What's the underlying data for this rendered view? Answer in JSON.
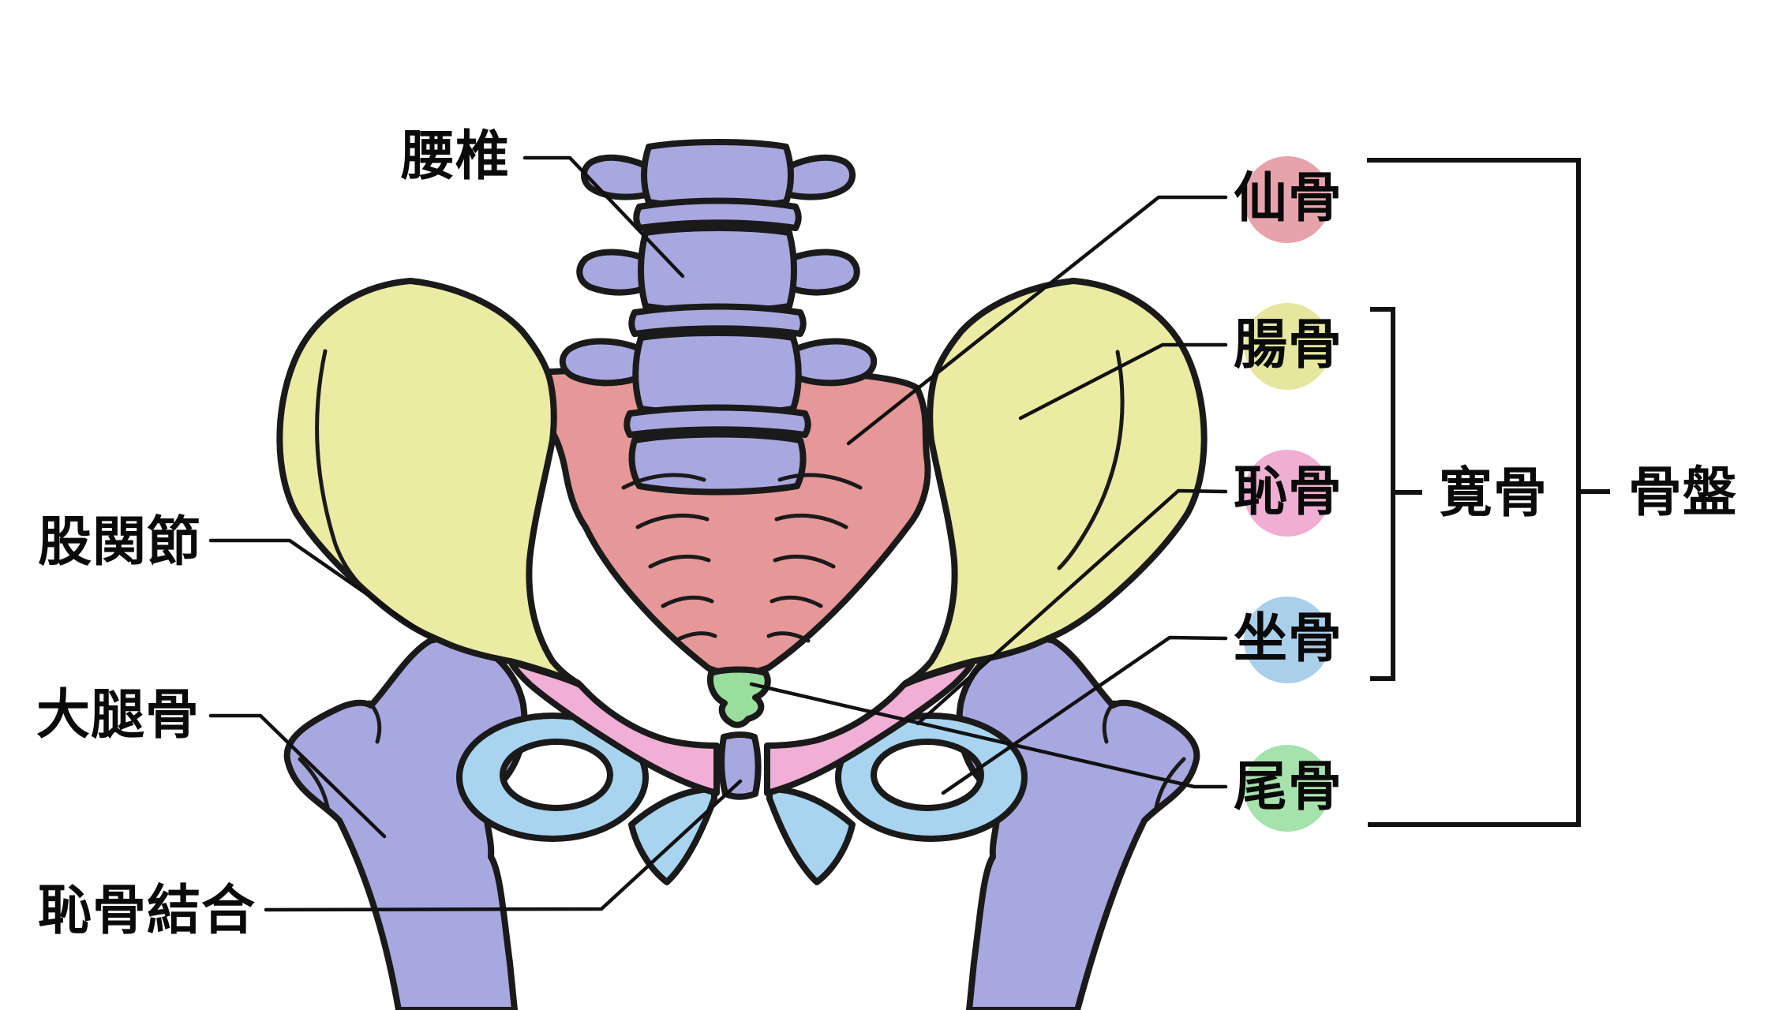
{
  "labels": {
    "lumbar_spine": "腰椎",
    "hip_joint": "股関節",
    "femur": "大腿骨",
    "pubic_symphysis": "恥骨結合",
    "sacrum": "仙骨",
    "ilium": "腸骨",
    "pubis": "恥骨",
    "ischium": "坐骨",
    "coccyx": "尾骨",
    "hip_bone": "寛骨",
    "pelvis": "骨盤"
  },
  "legend_circle_colors": {
    "sacrum": "#e7a3ab",
    "ilium": "#e6e69e",
    "pubis": "#f0aed2",
    "ischium": "#aacfeb",
    "coccyx": "#a5e2ac"
  },
  "region_fill_colors": {
    "spine_femur_symphysis": "#a8a8e0",
    "ilium": "#ebeba4",
    "sacrum": "#e59897",
    "pubis": "#f2afd6",
    "ischium": "#a8d4f0",
    "coccyx": "#9ade9d",
    "background": "#ffffff"
  }
}
